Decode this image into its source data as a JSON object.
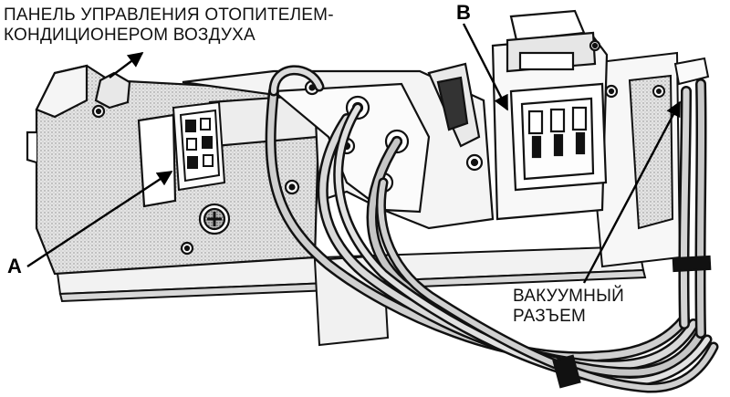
{
  "labels": {
    "panel_line1": "ПАНЕЛЬ УПРАВЛЕНИЯ ОТОПИТЕЛЕМ-",
    "panel_line2": "КОНДИЦИОНЕРОМ ВОЗДУХА",
    "vacuum_line1": "ВАКУУМНЫЙ",
    "vacuum_line2": "РАЗЪЕМ",
    "callout_a": "A",
    "callout_b": "B"
  },
  "colors": {
    "ink": "#111111",
    "paper": "#ffffff",
    "shade": "#d9d9d9",
    "dark_shade": "#9a9a9a"
  }
}
